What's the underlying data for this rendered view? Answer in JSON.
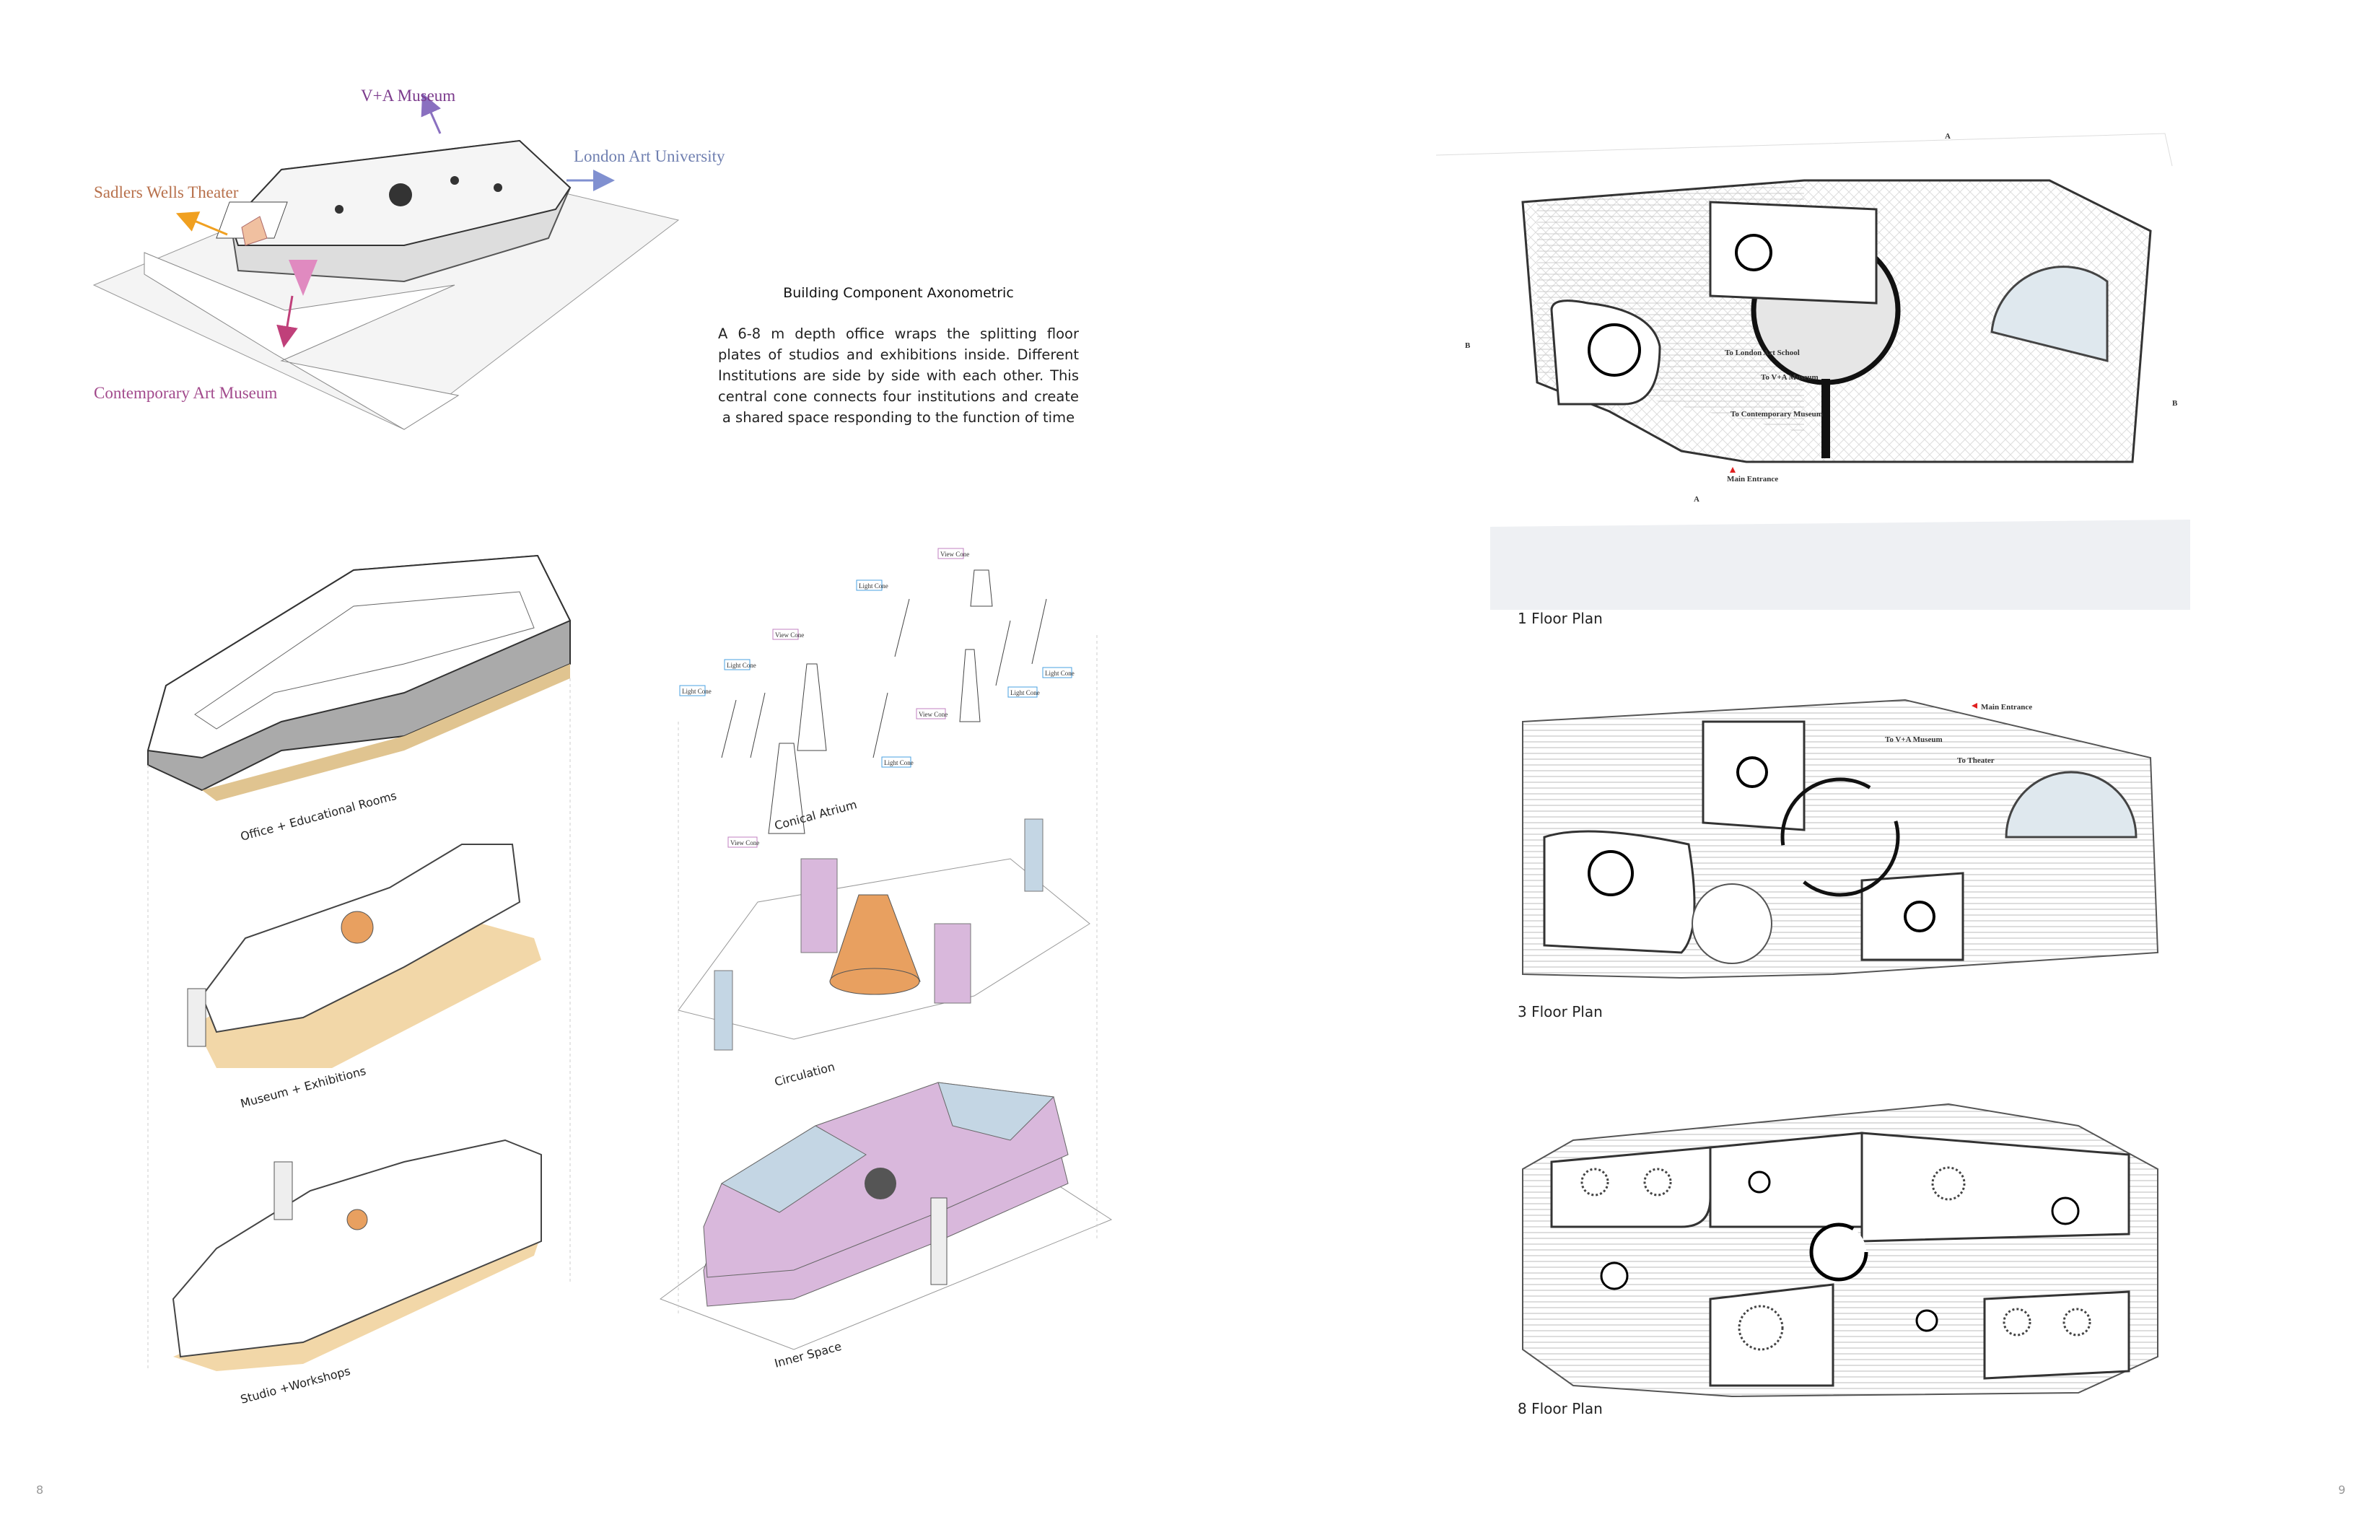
{
  "site_diagram": {
    "labels": {
      "va_museum": "V+A Museum",
      "london_art_university": "London Art University",
      "sadlers_wells": "Sadlers Wells Theater",
      "contemporary_art_museum": "Contemporary Art Museum"
    },
    "colors": {
      "va": "#7b3a8c",
      "lau": "#6f7fb0",
      "sadlers": "#b8714c",
      "cam": "#a24a8c",
      "arrow_orange": "#f0a020"
    }
  },
  "description": {
    "title": "Building Component Axonometric",
    "body": "A 6-8 m depth office wraps the splitting floor plates of studios and exhibitions inside. Different Institutions are side by side with each other. This central cone connects four institutions and create a shared space responding to the function of time"
  },
  "axonometrics": {
    "left": [
      "Office + Educational Rooms",
      "Museum + Exhibitions",
      "Studio +Workshops"
    ],
    "middle": [
      "Conical Atrium",
      "Circulation",
      "Inner Space"
    ],
    "cone_tags": {
      "view": "View Cone",
      "light": "Light Cone"
    },
    "colors": {
      "wood": "#e8c48c",
      "orange": "#e8a060",
      "pink": "#d9b8dc",
      "blue": "#c4d6e4"
    }
  },
  "plans": {
    "floor1": {
      "title": "1 Floor Plan",
      "notes": [
        "To London Art School",
        "To V+A Museum",
        "To Contemporary Museum",
        "Main Entrance"
      ],
      "section_marks": [
        "A",
        "A",
        "B",
        "B"
      ]
    },
    "floor3": {
      "title": "3 Floor Plan",
      "notes": [
        "Main Entrance",
        "To V+A Museum",
        "To Theater"
      ]
    },
    "floor8": {
      "title": "8 Floor Plan"
    },
    "accent": "#e02020"
  },
  "page_numbers": {
    "left": "8",
    "right": "9"
  }
}
